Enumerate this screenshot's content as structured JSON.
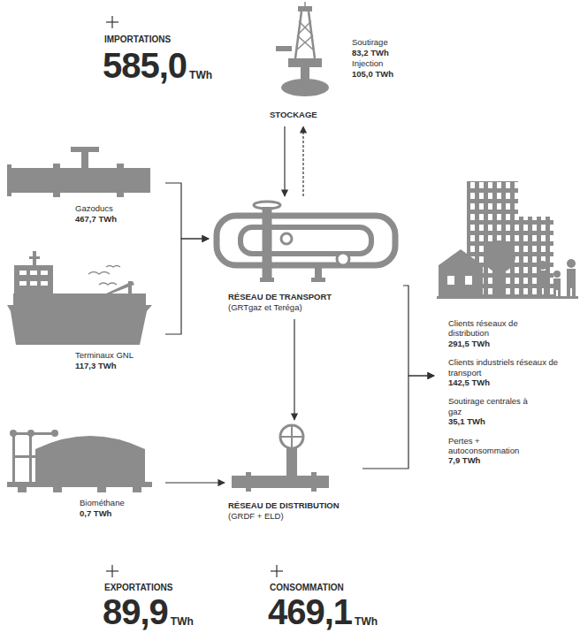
{
  "diagram": {
    "nodes": [
      {
        "text": [
          "STOCKAGE",
          "Soutirage",
          "83,2 TWh",
          "Injection",
          "105,0 TWh"
        ]
      },
      {
        "text": [
          "Gazoducs",
          "467,7 TWh"
        ]
      },
      {
        "text": [
          "Terminaux GNL",
          "117,3 TWh"
        ]
      },
      {
        "text": [
          "RÉSEAU DE TRANSPORT",
          "(GRTgaz et Teréga)"
        ]
      },
      {
        "text": [
          "Biométhane",
          "0,7 TWh"
        ]
      },
      {
        "text": [
          "RÉSEAU DE DISTRIBUTION",
          "(GRDF + ELD)"
        ]
      },
      {
        "text": [
          "Clients réseaux de distribution",
          "291,5 TWh",
          "Clients industriels réseaux de transport",
          "142,5 TWh",
          "Soutirage centrales à gaz",
          "35,1 TWh",
          "Pertes + autoconsommation",
          "7,9 TWh"
        ]
      }
    ],
    "edges": [
      {
        "from": 0,
        "to": 3,
        "arrow": "to"
      },
      {
        "from": 3,
        "to": 0,
        "arrow": "to"
      },
      {
        "from": 1,
        "to": 3,
        "arrow": "to"
      },
      {
        "from": 2,
        "to": 3,
        "arrow": "to"
      },
      {
        "from": 3,
        "to": 5,
        "arrow": "to"
      },
      {
        "from": 4,
        "to": 5,
        "arrow": "to"
      },
      {
        "from": 3,
        "to": 6,
        "arrow": "to"
      },
      {
        "from": 5,
        "to": 6,
        "arrow": "to"
      }
    ],
    "labels": [
      "IMPORTATIONS",
      "585,0",
      "TWh",
      "EXPORTATIONS",
      "89,9",
      "TWh",
      "CONSOMMATION",
      "469,1",
      "TWh"
    ]
  }
}
